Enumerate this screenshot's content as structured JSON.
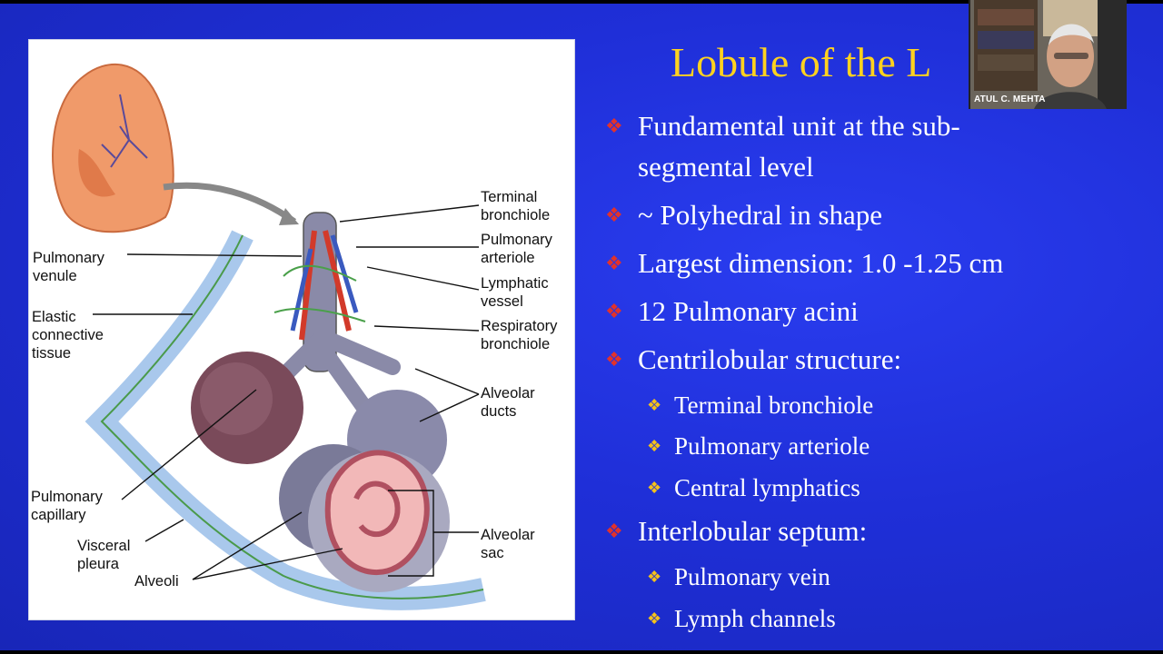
{
  "slide": {
    "title": "Lobule of the L",
    "bullets": [
      {
        "text": "Fundamental unit at the sub-",
        "marker": "❖"
      },
      {
        "text": "segmental level",
        "marker": ""
      },
      {
        "text": "~ Polyhedral in shape",
        "marker": "❖"
      },
      {
        "text": "Largest dimension: 1.0 -1.25 cm",
        "marker": "❖"
      },
      {
        "text": "12 Pulmonary acini",
        "marker": "❖"
      },
      {
        "text": "Centrilobular structure:",
        "marker": "❖"
      },
      {
        "text": "Interlobular septum:",
        "marker": "❖"
      }
    ],
    "centrilobular_items": [
      "Terminal bronchiole",
      "Pulmonary arteriole",
      "Central lymphatics"
    ],
    "septum_items": [
      "Pulmonary vein",
      "Lymph channels"
    ],
    "sub_marker": "❖"
  },
  "figure_labels": {
    "terminal_bronchiole": "Terminal\nbronchiole",
    "pulmonary_arteriole": "Pulmonary\narteriole",
    "lymphatic_vessel": "Lymphatic\nvessel",
    "respiratory_bronchiole": "Respiratory\nbronchiole",
    "alveolar_ducts": "Alveolar\nducts",
    "alveolar_sac": "Alveolar\nsac",
    "pulmonary_venule": "Pulmonary\nvenule",
    "elastic_connective_tissue": "Elastic\nconnective\ntissue",
    "pulmonary_capillary": "Pulmonary\ncapillary",
    "visceral_pleura": "Visceral\npleura",
    "alveoli": "Alveoli"
  },
  "video": {
    "participant_name": "ATUL C. MEHTA"
  },
  "colors": {
    "title": "#ffd21f",
    "bullet_marker": "#e2322b",
    "sub_marker": "#f4c21c",
    "background": "#1f2fd8"
  }
}
